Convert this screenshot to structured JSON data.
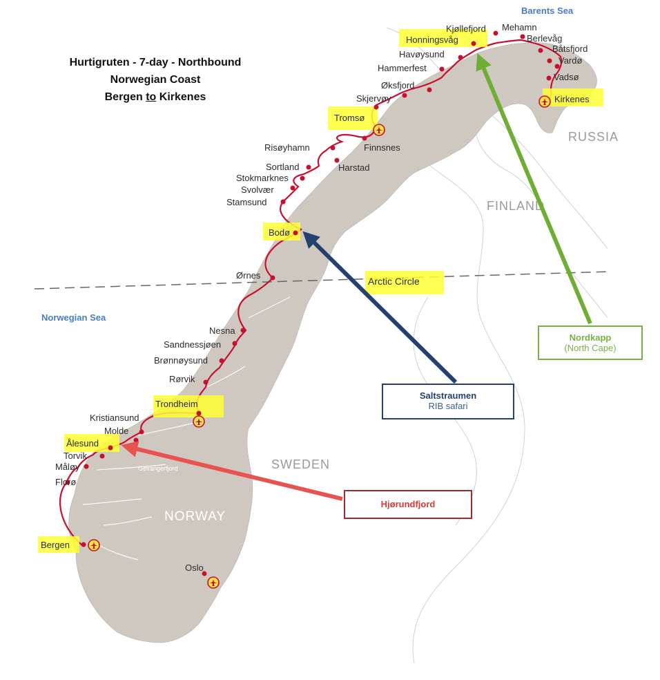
{
  "title": {
    "line1": "Hurtigruten - 7-day - Northbound",
    "line2": "Norwegian Coast",
    "line3_from": "Bergen",
    "line3_to": "to",
    "line3_dest": "Kirkenes"
  },
  "seas": {
    "barents": "Barents Sea",
    "norwegian": "Norwegian Sea"
  },
  "countries": {
    "russia": "RUSSIA",
    "finland": "FINLAND",
    "sweden": "SWEDEN",
    "norway": "NORWAY"
  },
  "ports": {
    "honningsvag": "Honningsvåg",
    "kjollefjord": "Kjøllefjord",
    "mehamn": "Mehamn",
    "berlevag": "Berlevåg",
    "batsfjord": "Båtsfjord",
    "vardo": "Vardø",
    "vadso": "Vadsø",
    "kirkenes": "Kirkenes",
    "havoysund": "Havøysund",
    "hammerfest": "Hammerfest",
    "oksfjord": "Øksfjord",
    "skjervoy": "Skjervøy",
    "tromso": "Tromsø",
    "finnsnes": "Finnsnes",
    "risoyhamn": "Risøyhamn",
    "harstad": "Harstad",
    "sortland": "Sortland",
    "stokmarknes": "Stokmarknes",
    "svolvaer": "Svolvær",
    "stamsund": "Stamsund",
    "bodo": "Bodø",
    "ornes": "Ørnes",
    "nesna": "Nesna",
    "sandnessjoen": "Sandnessjøen",
    "bronnoysund": "Brønnøysund",
    "rorvik": "Rørvik",
    "trondheim": "Trondheim",
    "kristiansund": "Kristiansund",
    "molde": "Molde",
    "alesund": "Ålesund",
    "torvik": "Torvik",
    "maloy": "Måløy",
    "floro": "Florø",
    "bergen": "Bergen",
    "oslo": "Oslo",
    "geirangerfjord": "Geirangerfjord"
  },
  "arctic_circle": "Arctic Circle",
  "callouts": {
    "nordkapp": {
      "title": "Nordkapp",
      "subtitle": "(North Cape)"
    },
    "saltstraumen": {
      "title": "Saltstraumen",
      "subtitle": "RIB safari"
    },
    "hjorundfjord": {
      "title": "Hjørundfjord"
    }
  },
  "colors": {
    "land": "#cfc8c1",
    "route": "#c8102e",
    "highlight": "#ffff33",
    "nordkapp_arrow": "#6fad35",
    "saltstraumen_arrow": "#24406d",
    "hjorund_arrow": "#e8534f",
    "sea_label": "#4a7cc0"
  }
}
